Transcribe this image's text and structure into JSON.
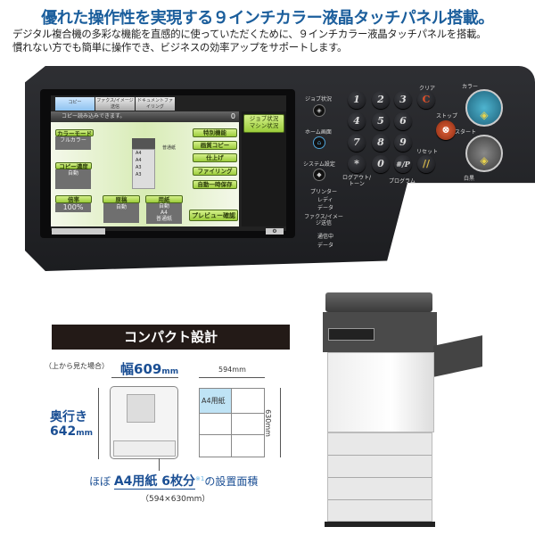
{
  "header": {
    "title": "優れた操作性を実現する９インチカラー液晶タッチパネル搭載。",
    "subtitle_line1": "デジタル複合機の多彩な機能を直感的に使っていただくために、９インチカラー液晶タッチパネルを搭載。",
    "subtitle_line2": "慣れない方でも簡単に操作でき、ビジネスの効率アップをサポートします。"
  },
  "screen": {
    "tabs": [
      "コピー",
      "ファクス/イメージ送信",
      "ドキュメントファイリング"
    ],
    "status": "コピー読み込みできます。",
    "count": "0",
    "job_status": "ジョブ状況",
    "machine_status": "マシン状況",
    "color_mode": {
      "label": "カラーモード",
      "value": "フルカラー"
    },
    "density": {
      "label": "コピー濃度",
      "value": "自動"
    },
    "ratio": {
      "label": "倍率",
      "value": "100%"
    },
    "original": {
      "label": "原稿",
      "value": "自動"
    },
    "paper": {
      "label": "用紙",
      "value1": "自動",
      "value2": "A4",
      "value3": "普通紙"
    },
    "tray_label": "普通紙",
    "tray_rows": [
      "A4",
      "A4",
      "A3",
      "A3"
    ],
    "right_buttons": [
      "特別機能",
      "画質コピー",
      "仕上げ",
      "ファイリング",
      "自動一時保存"
    ],
    "preview": "プレビュー確認"
  },
  "keypad": {
    "keys": [
      "1",
      "2",
      "3",
      "4",
      "5",
      "6",
      "7",
      "8",
      "9",
      "*",
      "0",
      "#/P"
    ],
    "clear": "クリア",
    "clear_glyph": "C",
    "stop": "ストップ",
    "reset": "リセット",
    "logout": "ログアウト/トーン",
    "program": "プログラム",
    "color": "カラー",
    "start": "スタート",
    "bw": "白黒"
  },
  "side": {
    "job_status": "ジョブ状況",
    "home": "ホーム画面",
    "system": "システム設定",
    "printer": "プリンター",
    "ready": "レディ",
    "data": "データ",
    "fax": "ファクス/イメージ送信",
    "communicating": "通信中",
    "fax_data": "データ"
  },
  "compact": {
    "banner": "コンパクト設計",
    "view_note": "（上から見た場合）",
    "width_label": "幅",
    "width_value": "609",
    "unit": "mm",
    "depth_label": "奥行き",
    "depth_value": "642",
    "grid_width": "594mm",
    "grid_height": "630mm",
    "a4_label": "A4用紙",
    "caption_pre": "ほぼ",
    "caption_highlight": "A4用紙 6枚分",
    "caption_note": "※1",
    "caption_post": "の設置面積",
    "caption_size": "（594×630mm）"
  },
  "colors": {
    "title": "#1b5e9c",
    "accent_green": "#9ccd3b",
    "a4_cell": "#bfe3f5"
  }
}
